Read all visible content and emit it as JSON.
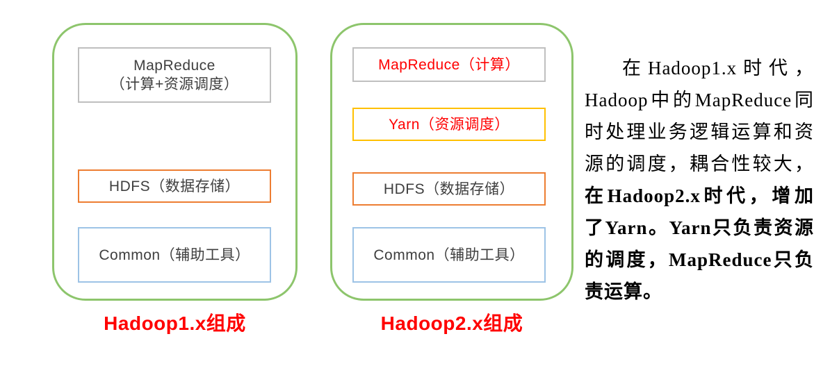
{
  "colors": {
    "green": "#8dc56c",
    "gray": "#bfbfbf",
    "orange": "#ed7d31",
    "blue": "#9dc3e6",
    "yellow": "#ffc000",
    "red": "#ff0000",
    "box-text": "#3f3f3f"
  },
  "panels": [
    {
      "caption": "Hadoop1.x组成",
      "boxes": {
        "mapreduce": {
          "line1": "MapReduce",
          "line2": "（计算+资源调度）"
        },
        "hdfs": {
          "label": "HDFS（数据存储）"
        },
        "common": {
          "label": "Common（辅助工具）"
        }
      }
    },
    {
      "caption": "Hadoop2.x组成",
      "boxes": {
        "mapreduce": {
          "label": "MapReduce（计算）"
        },
        "yarn": {
          "label": "Yarn（资源调度）"
        },
        "hdfs": {
          "label": "HDFS（数据存储）"
        },
        "common": {
          "label": "Common（辅助工具）"
        }
      }
    }
  ],
  "note": {
    "normal": "在Hadoop1.x时代，Hadoop中的MapReduce同时处理业务逻辑运算和资源的调度，耦合性较大，",
    "bold": "在Hadoop2.x时代，增加了Yarn。Yarn只负责资源的调度，MapReduce只负责运算。"
  }
}
